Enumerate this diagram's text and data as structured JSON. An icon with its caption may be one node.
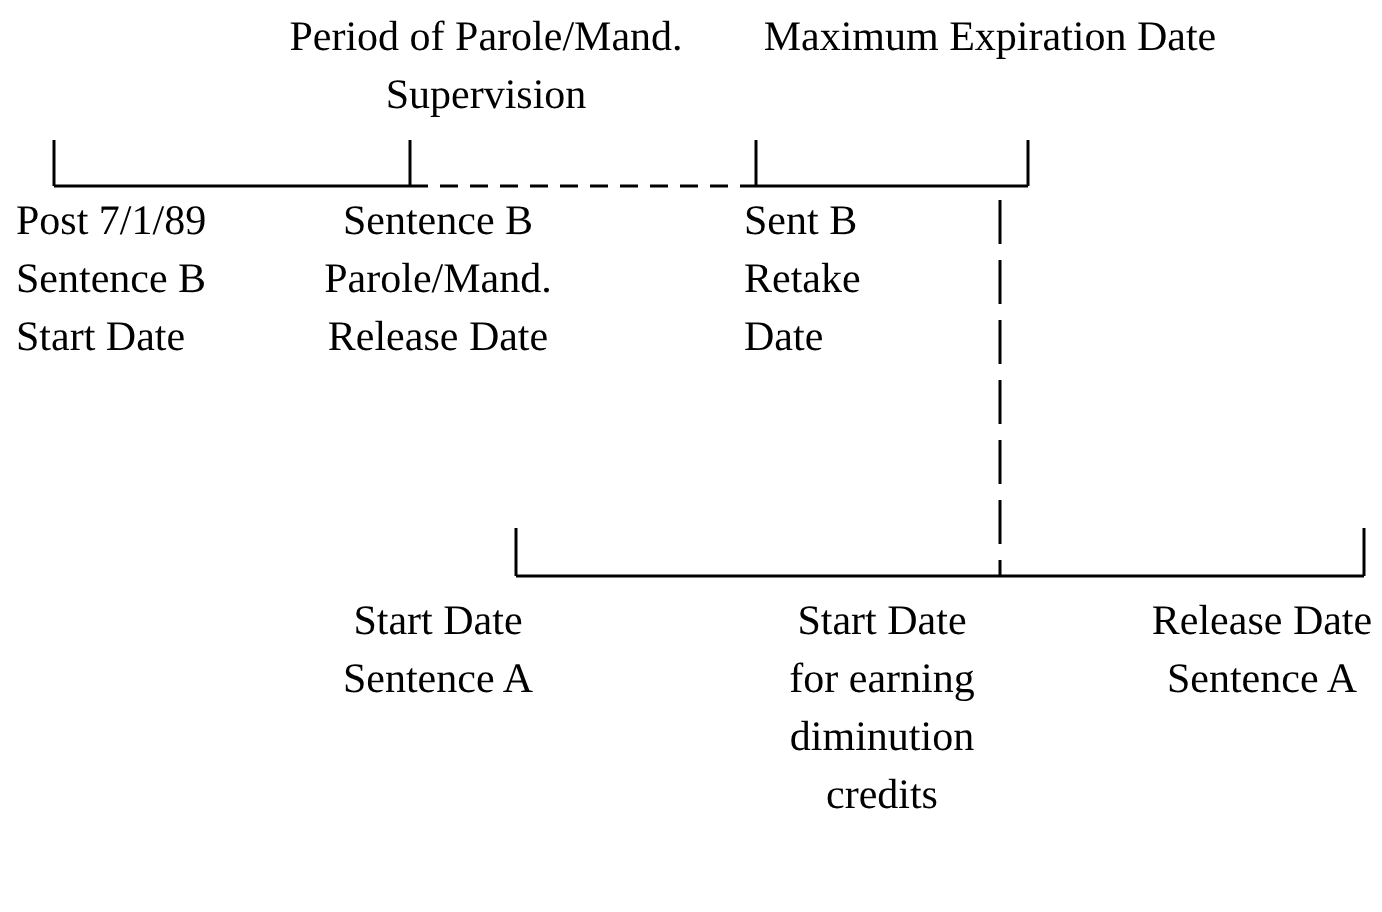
{
  "diagram": {
    "labels": [
      "Period of Parole/Mand. Supervision",
      "Maximum Expiration Date",
      "Post 7/1/89 Sentence B Start Date",
      "Sentence B Parole/Mand. Release Date",
      "Sent B Retake Date",
      "Start Date Sentence A",
      "Start Date for earning diminution credits",
      "Release Date Sentence A"
    ]
  }
}
